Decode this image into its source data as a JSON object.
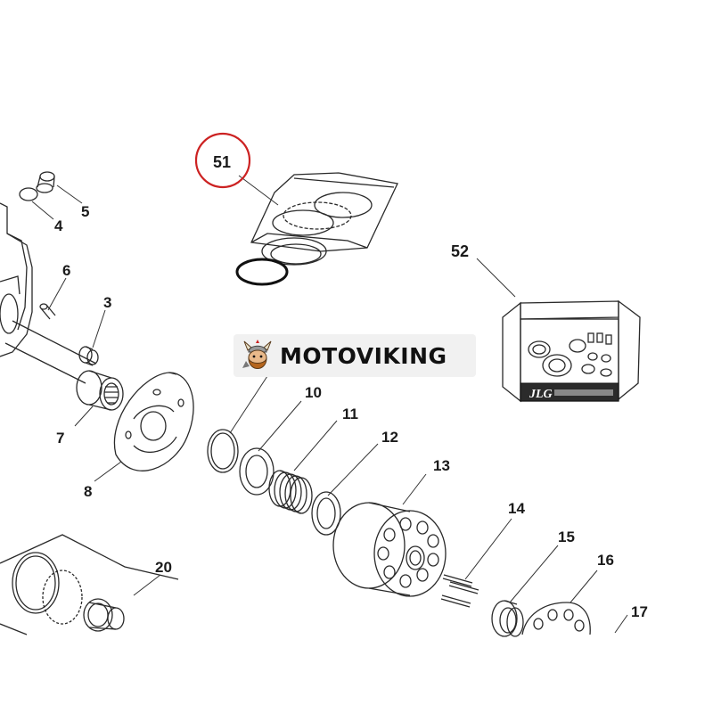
{
  "callouts": {
    "c51": "51",
    "c52": "52",
    "c5": "5",
    "c4": "4",
    "c6": "6",
    "c3": "3",
    "c7": "7",
    "c8": "8",
    "c10": "10",
    "c11": "11",
    "c12": "12",
    "c13": "13",
    "c14": "14",
    "c15": "15",
    "c16": "16",
    "c17": "17",
    "c20": "20"
  },
  "highlight": {
    "callout": "51",
    "color": "#cc2222"
  },
  "watermark": {
    "text": "MOTOVIKING",
    "logo_icon": "viking-mascot-icon"
  },
  "kit_box": {
    "brand": "JLG"
  }
}
